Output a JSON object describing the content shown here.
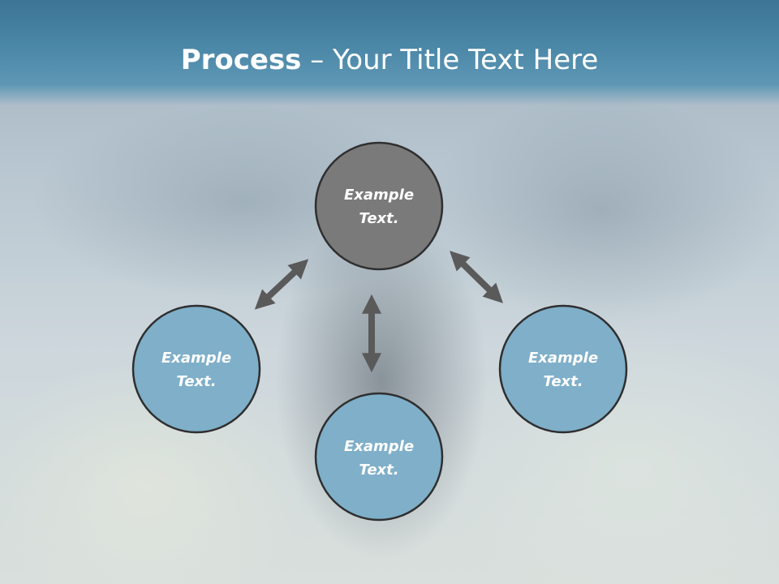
{
  "slide": {
    "title_bold": "Process",
    "title_rest": " – Your Title Text Here"
  },
  "colors": {
    "header": "#4b87a7",
    "node_center": "#7a7a7a",
    "node_outer": "#7fafc9",
    "node_border": "#2f2f2f",
    "arrow": "#5a5a5a"
  },
  "nodes": [
    {
      "id": "top",
      "line1": "Example",
      "line2": "Text."
    },
    {
      "id": "left",
      "line1": "Example",
      "line2": "Text."
    },
    {
      "id": "bottom",
      "line1": "Example",
      "line2": "Text."
    },
    {
      "id": "right",
      "line1": "Example",
      "line2": "Text."
    }
  ],
  "arrows": [
    {
      "from": "top",
      "to": "left",
      "type": "bidirectional"
    },
    {
      "from": "top",
      "to": "right",
      "type": "bidirectional"
    },
    {
      "from": "top",
      "to": "bottom",
      "type": "bidirectional"
    }
  ]
}
